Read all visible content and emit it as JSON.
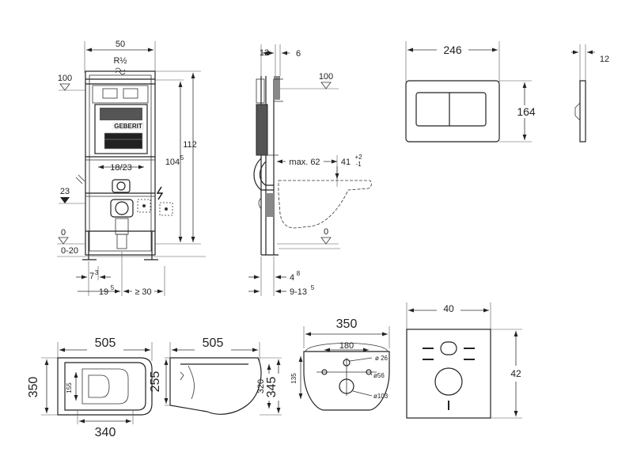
{
  "diagram": {
    "frame_front": {
      "width_label": "50",
      "thread_label": "R½",
      "level_top": "100",
      "height_label": "112",
      "height_alt_label": "104",
      "height_alt_sup": "5",
      "inner_label": "18/23",
      "level_mid": "23",
      "level_floor": "0",
      "floor_range": "0-20",
      "foot_label": "7",
      "foot_sup": "3",
      "offset_label": "19",
      "offset_sup": "5",
      "min_label": "≥ 30"
    },
    "frame_side": {
      "depth_a": "12",
      "depth_b": "6",
      "level_top": "100",
      "max_label": "max. 62",
      "pan_height": "41",
      "pan_tol_plus": "+2",
      "pan_tol_minus": "-1",
      "level_floor": "0",
      "depth_c": "4",
      "depth_c_sup": "8",
      "depth_range": "9-13",
      "depth_range_sup": "5"
    },
    "flush_plate": {
      "width_label": "246",
      "height_label": "164",
      "side_depth": "12"
    },
    "toilet_top": {
      "length_label": "505",
      "width_label": "350",
      "base_label": "340",
      "inner_label": "155"
    },
    "toilet_side": {
      "length_label": "505",
      "height_a": "255",
      "height_b": "320",
      "height_c": "345"
    },
    "toilet_back": {
      "width_label": "350",
      "bolt_spacing": "180",
      "dim_135": "135",
      "d26": "ø 26",
      "d56": "ø56",
      "d103": "ø103"
    },
    "insulation_mat": {
      "width_label": "40",
      "height_label": "42"
    }
  }
}
